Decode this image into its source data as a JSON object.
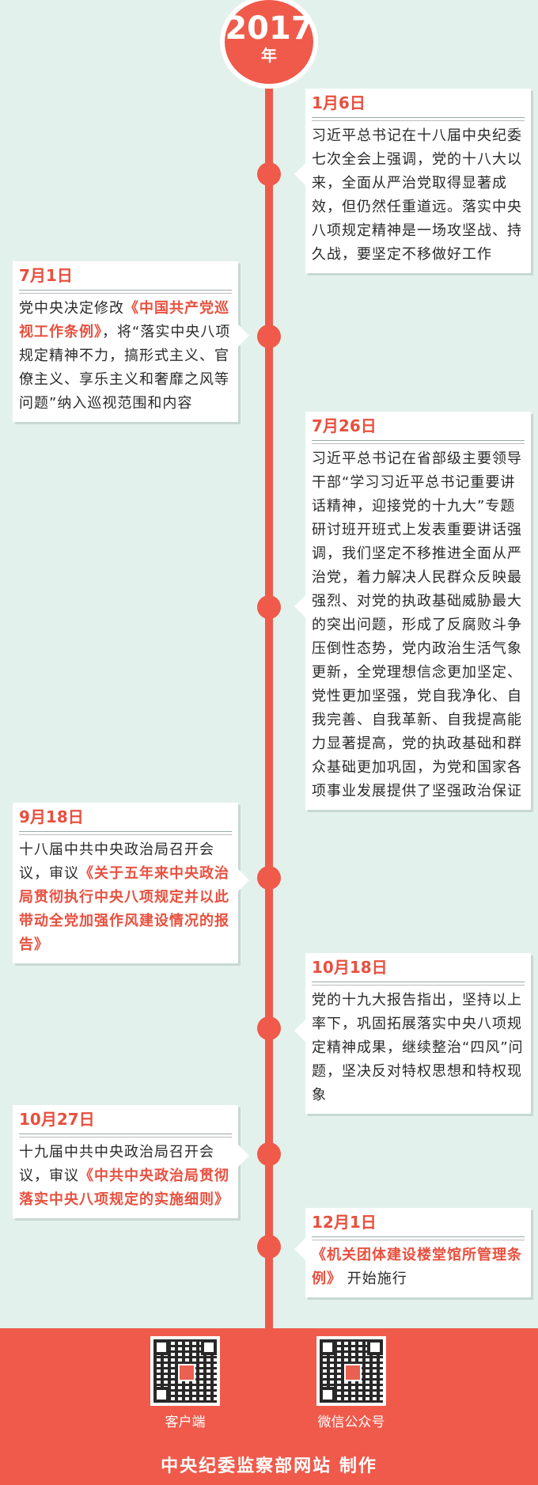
{
  "year": {
    "number": "2017",
    "unit": "年"
  },
  "events": [
    {
      "date": "1月6日",
      "segments": [
        {
          "t": "习近平总书记在十八届中央纪委七次全会上强调，党的十八大以来，全面从严治党取得显著成效，但仍然任重道远。落实中央八项规定精神是一场攻坚战、持久战，要坚定不移做好工作",
          "hl": false
        }
      ]
    },
    {
      "date": "7月1日",
      "segments": [
        {
          "t": "党中央决定修改",
          "hl": false
        },
        {
          "t": "《中国共产党巡视工作条例》",
          "hl": true
        },
        {
          "t": "，将“落实中央八项规定精神不力，搞形式主义、官僚主义、享乐主义和奢靡之风等问题”纳入巡视范围和内容",
          "hl": false
        }
      ]
    },
    {
      "date": "7月26日",
      "segments": [
        {
          "t": "习近平总书记在省部级主要领导干部“学习习近平总书记重要讲话精神，迎接党的十九大”专题研讨班开班式上发表重要讲话强调，我们坚定不移推进全面从严治党，着力解决人民群众反映最强烈、对党的执政基础威胁最大的突出问题，形成了反腐败斗争压倒性态势，党内政治生活气象更新，全党理想信念更加坚定、党性更加坚强，党自我净化、自我完善、自我革新、自我提高能力显著提高，党的执政基础和群众基础更加巩固，为党和国家各项事业发展提供了坚强政治保证",
          "hl": false
        }
      ]
    },
    {
      "date": "9月18日",
      "segments": [
        {
          "t": "十八届中共中央政治局召开会议，审议",
          "hl": false
        },
        {
          "t": "《关于五年来中央政治局贯彻执行中央八项规定并以此带动全党加强作风建设情况的报告》",
          "hl": true
        }
      ]
    },
    {
      "date": "10月18日",
      "segments": [
        {
          "t": "党的十九大报告指出，坚持以上率下，巩固拓展落实中央八项规定精神成果，继续整治“四风”问题，坚决反对特权思想和特权现象",
          "hl": false
        }
      ]
    },
    {
      "date": "10月27日",
      "segments": [
        {
          "t": "十九届中共中央政治局召开会议，审议",
          "hl": false
        },
        {
          "t": "《中共中央政治局贯彻落实中央八项规定的实施细则》",
          "hl": true
        }
      ]
    },
    {
      "date": "12月1日",
      "segments": [
        {
          "t": "《机关团体建设楼堂馆所管理条例》",
          "hl": true
        },
        {
          "t": " 开始施行",
          "hl": false
        }
      ]
    }
  ],
  "footer": {
    "qr_left_label": "客户端",
    "qr_right_label": "微信公众号",
    "credit": "中央纪委监察部网站 制作"
  },
  "colors": {
    "accent": "#ef5a4b",
    "background": "#e3f1ec",
    "card": "#ffffff"
  }
}
